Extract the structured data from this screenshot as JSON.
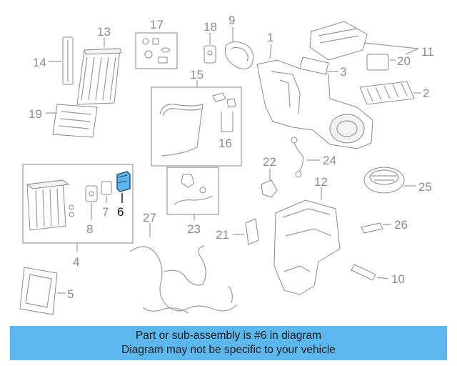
{
  "callouts": {
    "n1": "1",
    "n2": "2",
    "n3": "3",
    "n4": "4",
    "n5": "5",
    "n6": "6",
    "n7": "7",
    "n8": "8",
    "n9": "9",
    "n10": "10",
    "n11": "11",
    "n12": "12",
    "n13": "13",
    "n14": "14",
    "n15": "15",
    "n16": "16",
    "n17": "17",
    "n18": "18",
    "n19": "19",
    "n20": "20",
    "n21": "21",
    "n22": "22",
    "n23": "23",
    "n24": "24",
    "n25": "25",
    "n26": "26",
    "n27": "27"
  },
  "highlight": {
    "part_number": "6",
    "color": "#5bb8ef"
  },
  "banner": {
    "line1": "Part or sub-assembly is #6 in diagram",
    "line2": "Diagram may not be specific to your vehicle",
    "color": "#5bb8ef"
  }
}
